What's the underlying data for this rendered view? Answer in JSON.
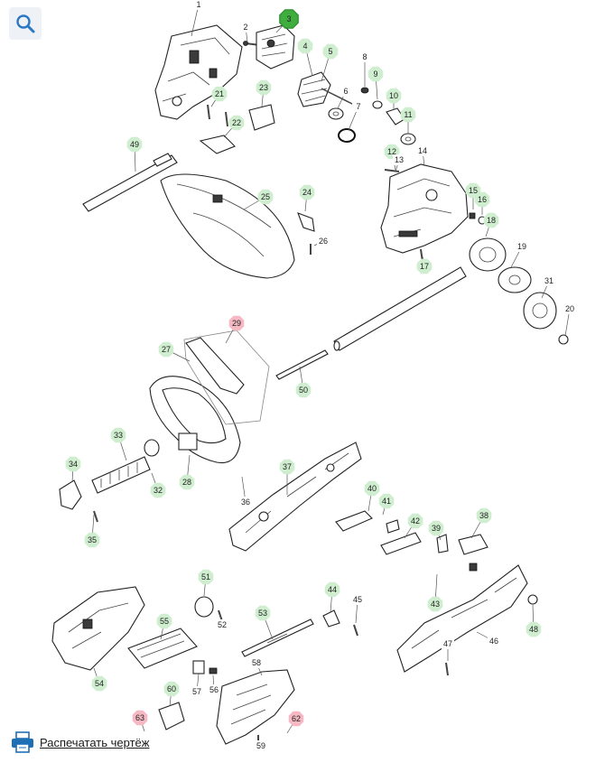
{
  "toolbar": {
    "zoom_icon": "magnifier-icon"
  },
  "footer": {
    "print_label": "Распечатать чертёж",
    "print_icon": "printer-icon"
  },
  "colors": {
    "badge_default": "#cfeecf",
    "badge_selected": "#3fae3f",
    "badge_unavailable": "#f6b9c3"
  },
  "callouts": [
    {
      "label": "1",
      "style": "plain"
    },
    {
      "label": "2",
      "style": "plain"
    },
    {
      "label": "3",
      "style": "selected"
    },
    {
      "label": "4",
      "style": "green"
    },
    {
      "label": "5",
      "style": "green"
    },
    {
      "label": "6",
      "style": "plain"
    },
    {
      "label": "7",
      "style": "plain"
    },
    {
      "label": "8",
      "style": "plain"
    },
    {
      "label": "9",
      "style": "green"
    },
    {
      "label": "10",
      "style": "green"
    },
    {
      "label": "11",
      "style": "green"
    },
    {
      "label": "12",
      "style": "green"
    },
    {
      "label": "13",
      "style": "plain"
    },
    {
      "label": "14",
      "style": "plain"
    },
    {
      "label": "15",
      "style": "green"
    },
    {
      "label": "16",
      "style": "green"
    },
    {
      "label": "18",
      "style": "green"
    },
    {
      "label": "17",
      "style": "green"
    },
    {
      "label": "19",
      "style": "plain"
    },
    {
      "label": "31",
      "style": "plain"
    },
    {
      "label": "20",
      "style": "plain"
    },
    {
      "label": "21",
      "style": "green"
    },
    {
      "label": "23",
      "style": "green"
    },
    {
      "label": "22",
      "style": "green"
    },
    {
      "label": "49",
      "style": "green"
    },
    {
      "label": "25",
      "style": "green"
    },
    {
      "label": "24",
      "style": "green"
    },
    {
      "label": "26",
      "style": "plain"
    },
    {
      "label": "29",
      "style": "red"
    },
    {
      "label": "27",
      "style": "green"
    },
    {
      "label": "50",
      "style": "green"
    },
    {
      "label": "33",
      "style": "green"
    },
    {
      "label": "34",
      "style": "green"
    },
    {
      "label": "32",
      "style": "green"
    },
    {
      "label": "28",
      "style": "green"
    },
    {
      "label": "35",
      "style": "green"
    },
    {
      "label": "36",
      "style": "plain"
    },
    {
      "label": "37",
      "style": "green"
    },
    {
      "label": "40",
      "style": "green"
    },
    {
      "label": "41",
      "style": "green"
    },
    {
      "label": "42",
      "style": "green"
    },
    {
      "label": "39",
      "style": "green"
    },
    {
      "label": "38",
      "style": "green"
    },
    {
      "label": "43",
      "style": "green"
    },
    {
      "label": "51",
      "style": "green"
    },
    {
      "label": "52",
      "style": "plain"
    },
    {
      "label": "44",
      "style": "green"
    },
    {
      "label": "45",
      "style": "plain"
    },
    {
      "label": "53",
      "style": "green"
    },
    {
      "label": "55",
      "style": "green"
    },
    {
      "label": "48",
      "style": "green"
    },
    {
      "label": "47",
      "style": "plain"
    },
    {
      "label": "46",
      "style": "plain"
    },
    {
      "label": "54",
      "style": "green"
    },
    {
      "label": "58",
      "style": "plain"
    },
    {
      "label": "57",
      "style": "plain"
    },
    {
      "label": "56",
      "style": "plain"
    },
    {
      "label": "60",
      "style": "green"
    },
    {
      "label": "63",
      "style": "red"
    },
    {
      "label": "62",
      "style": "red"
    },
    {
      "label": "59",
      "style": "plain"
    }
  ]
}
